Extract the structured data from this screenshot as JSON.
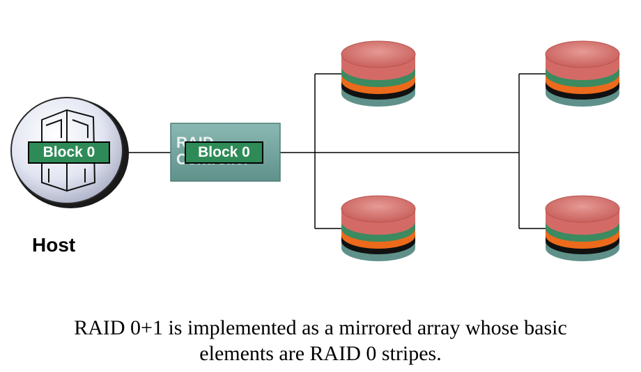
{
  "host": {
    "label": "Host",
    "block_label": "Block 0"
  },
  "controller": {
    "label_line1": "RAID",
    "label_line2": "Controller",
    "block_label": "Block 0"
  },
  "disks": [
    {
      "id": "disk-top-left"
    },
    {
      "id": "disk-bottom-left"
    },
    {
      "id": "disk-top-right"
    },
    {
      "id": "disk-bottom-right"
    }
  ],
  "caption": {
    "line1": "RAID 0+1 is implemented as a mirrored array whose basic",
    "line2": "elements are RAID 0 stripes."
  },
  "colors": {
    "disk_top": "#d46a66",
    "disk_green": "#3c8a5f",
    "disk_orange": "#ec6a1c",
    "disk_black": "#111111",
    "disk_teal": "#5f918a",
    "controller": "#6fa39d",
    "block": "#2e8b57"
  }
}
